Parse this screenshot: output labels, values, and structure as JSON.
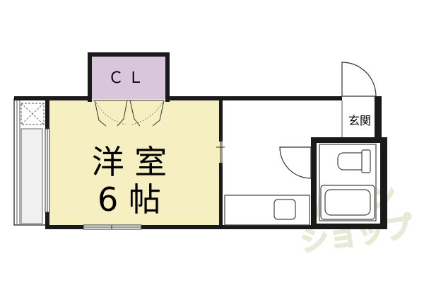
{
  "rooms": {
    "closet_label": "ＣＬ",
    "western_room_name": "洋 室",
    "western_room_size": "6 帖",
    "entrance_label": "玄関"
  },
  "watermark": {
    "line1": "アパマン",
    "line2": "ショップ"
  },
  "colors": {
    "western_room_fill": "#f5efc2",
    "closet_fill": "#d9c5dc",
    "wall": "#1a1a1a",
    "watermark": "#e4e4c8"
  }
}
